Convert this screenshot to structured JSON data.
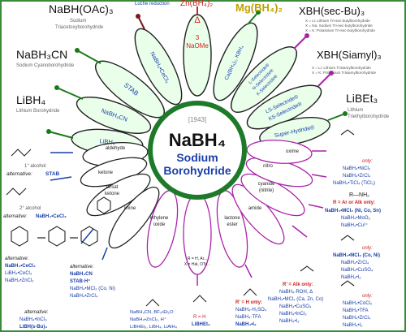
{
  "center": {
    "year": "[1943]",
    "formula": "NaBH₄",
    "name_line1": "Sodium",
    "name_line2": "Borohydride"
  },
  "reagents": {
    "nabhoac3": {
      "formula": "NaBH(OAc)₃",
      "sub1": "Sodium",
      "sub2": "Triacetoxyborohydride"
    },
    "nabh3cn": {
      "formula": "NaBH₃CN",
      "sub1": "Sodium Cyanoborohydride"
    },
    "libh4": {
      "formula": "LiBH₄",
      "sub1": "Lithium Borohydride"
    },
    "luche": {
      "text": "Luche reduction"
    },
    "zn": {
      "formula": "Zn(BH₄)₂"
    },
    "mg": {
      "formula": "Mg(BH₄)₂"
    },
    "secbu": {
      "formula": "XBH(sec-Bu)₃",
      "li": "X = Li: Lithium Tri-sec-butylborohydride",
      "na": "X = Na: Sodium Tri-sec-butylborohydride",
      "k": "X = K: Potassium Tri-sec-butylborohydride"
    },
    "siamyl": {
      "formula": "XBH(Siamyl)₃",
      "li": "X = Li: Lithium Trisiamylborohydride",
      "k": "X = K: Potassium Trisiamylborohydride"
    },
    "libet3": {
      "formula": "LiBEt₃",
      "sub1": "Lithium",
      "sub2": "Triethylborohydride"
    }
  },
  "petals_top": {
    "delta": "Δ",
    "naome_num": "3",
    "naome": "NaOMe",
    "cecl3": "NaBH₄•CeCl₃",
    "stab": "STAB",
    "nabh3cn": "NaBH₃CN",
    "libh4": "LiBH₄",
    "cabh4": "Ca(BH₄)₂, KBH₄",
    "lsel": "L-Selectride®",
    "nsel": "N-Selectride®",
    "ksel": "K-Selectride®",
    "lssel": "LS-Selectride®",
    "kssel": "KS-Selectride®",
    "superh": "Super-Hydride®"
  },
  "substrates": {
    "aldehyde": "aldehyde",
    "ketone": "ketone",
    "unsat_ketone_1": "unsat",
    "unsat_ketone_2": "ketone",
    "imine": "imine",
    "epoxide_1": "ethylene",
    "epoxide_2": "oxide",
    "halide_1": "R = H, Ar...",
    "halide_2": "X = Hal, OTs...",
    "lactone_1": "lactone",
    "lactone_2": "ester",
    "amide": "amide",
    "nitrile_1": "cyanide",
    "nitrile_2": "(nitrile)",
    "nitro": "nitro",
    "oxime": "oxime"
  },
  "left_notes": {
    "primary_alcohol": "1° alcohol",
    "alt1_label": "alternative:",
    "alt1_value": "STAB",
    "secondary_alcohol": "2° alcohol",
    "alt2_label": "alternative:",
    "alt2_value": "NaBH₄•CeCl₃",
    "alt3_label": "alternative:",
    "alt3_lines": [
      "NaBH₄•CeCl₃",
      "LiBH₄•CeCl₃",
      "NaBH₄•ZnCl₂"
    ],
    "alt4_label": "alternative:",
    "alt4_lines": [
      "NaBH₃CN",
      "STAB·H⁺",
      "NaBH₄•MCl₂ (Co, Ni)",
      "NaBH₄•ZrCl₄"
    ],
    "alt5_label": "alternative:",
    "alt5_lines": [
      "NaBH₄•InCl₃",
      "LiBH(s-Bu)₃"
    ]
  },
  "right_notes": {
    "only1": "only:",
    "only1_lines": [
      "NaBH₄•NiCl₂",
      "NaBH₄•ZrCl₄",
      "NaBH₄•TiCl₄ (TiCl₃)"
    ],
    "rnh2": "R—NH₂",
    "r_ar": "R = Ar or Alk only:",
    "only2_lines": [
      "NaBH₄•MCl₂ (Ni, Co, Sn)",
      "NaBH₄•MoO₃",
      "NaBH₄•Cu²⁺"
    ],
    "only3": "only:",
    "only3_lines": [
      "NaBH₄•MCl₂ (Co, Ni)",
      "NaBH₄•ZrCl₄",
      "NaBH₄•CuSO₄",
      "NaBH₄•I₂"
    ],
    "ralk": "R' = Alk only:",
    "only4_lines": [
      "NaBH₄-ROH, Δ",
      "NaBH₄•MCl₂ (Ca, Zn, Co)",
      "NaBH₄•CuSO₄",
      "NaBH₄•InCl₃",
      "NaBH₄•I₂"
    ],
    "only5": "only:",
    "only5_lines": [
      "NaBH₄•CoCl₂",
      "NaBH₄•TFA",
      "NaBH₄•ZrCl₄",
      "NaBH₄•I₂"
    ]
  },
  "bottom_notes": {
    "col1_lines": [
      "NaBH₃CN, BF₃•Et₂O",
      "NaBH₄•ZnCl₂, H⁺",
      "LiBHEt₃, LiBH₄, LiAlH₄"
    ],
    "col2_a": "R = H",
    "col2_b": "LiBHEt₃",
    "col3_a": "R' = H only:",
    "col3_lines": [
      "NaBH₄-H₂SO₄",
      "NaBH₄-TFA",
      "NaBH₄•I₂"
    ]
  },
  "colors": {
    "green_ring": "#3a8a3a",
    "magenta": "#cc44aa",
    "blue": "#1a3fa8",
    "red": "#cc2222",
    "petal_top": "#e8ffe8"
  }
}
